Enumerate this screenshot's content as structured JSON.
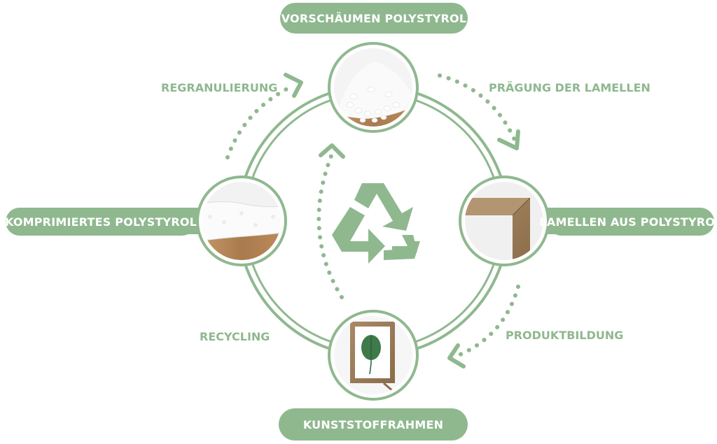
{
  "stages": {
    "top": "VORSCHÄUMEN POLYSTYROL",
    "right": "LAMELLEN AUS POLYSTYROL",
    "bottom": "KUNSTSTOFFRAHMEN",
    "left": "KOMPRIMIERTES POLYSTYROL"
  },
  "steps": {
    "top_right": "PRÄGUNG DER LAMELLEN",
    "bottom_right": "PRODUKTBILDUNG",
    "bottom_left": "RECYCLING",
    "top_left": "REGRANULIERUNG"
  },
  "colors": {
    "accent": "#8fb88f",
    "accent_dark": "#7aa77a",
    "background": "#ffffff"
  },
  "icons": [
    "recycle-icon"
  ]
}
